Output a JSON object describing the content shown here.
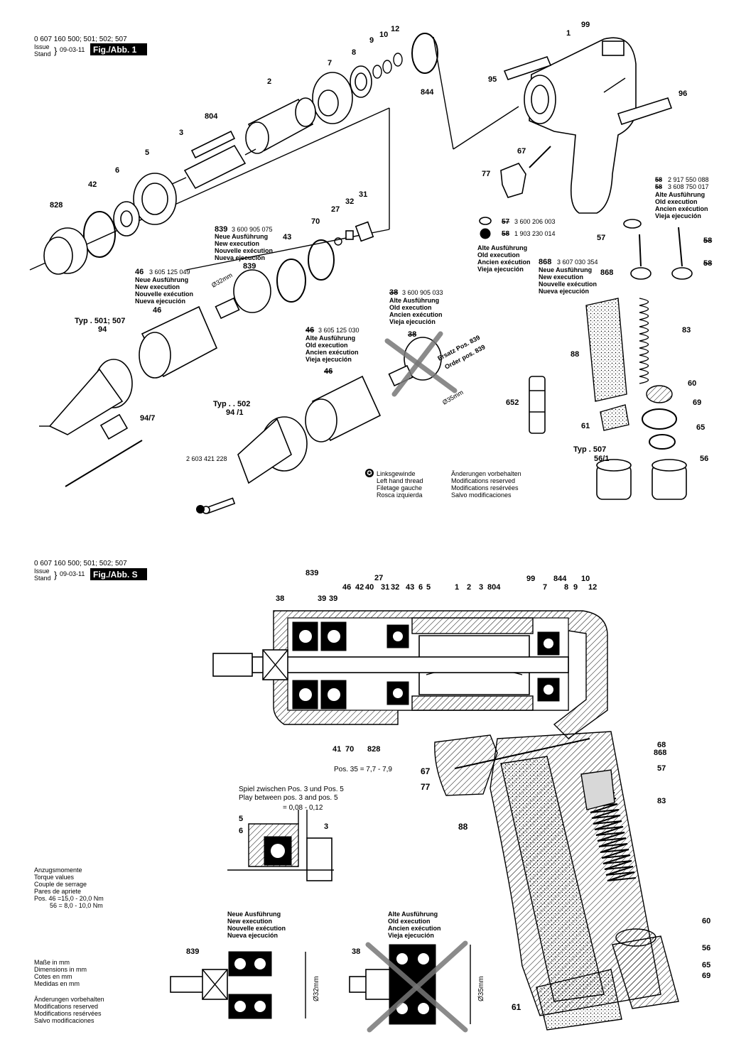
{
  "fig1": {
    "model": "0 607 160 500; 501; 502; 507",
    "issue_label": "Issue",
    "stand_label": "Stand",
    "date": "09-03-11",
    "fig_label": "Fig./Abb. 1",
    "part_labels": {
      "p1": "1",
      "p99": "99",
      "p95": "95",
      "p96": "96",
      "p12": "12",
      "p10": "10",
      "p9": "9",
      "p8": "8",
      "p7": "7",
      "p844": "844",
      "p2": "2",
      "p804": "804",
      "p3": "3",
      "p5": "5",
      "p6": "6",
      "p42": "42",
      "p828": "828",
      "p67": "67",
      "p77": "77",
      "p31": "31",
      "p32": "32",
      "p27": "27",
      "p70": "70",
      "p43": "43",
      "p839": "839",
      "p57": "57",
      "p868": "868",
      "p58": "58",
      "p58b": "58",
      "p83": "83",
      "p88": "88",
      "p60": "60",
      "p69": "69",
      "p65": "65",
      "p61": "61",
      "p56": "56",
      "p652": "652",
      "p94": "94",
      "p94_7": "94/7",
      "p94_1": "94 /1",
      "p46": "46",
      "p38": "38",
      "p46b": "46",
      "p56_1": "56/1"
    },
    "typ_501_507": "Typ . 501;  507",
    "typ_502": "Typ . . 502",
    "typ_507": "Typ . 507",
    "box839": {
      "num": "839",
      "code": "3 600 905 075",
      "l1": "Neue Ausführung",
      "l2": "New execution",
      "l3": "Nouvelle exécution",
      "l4": "Nueva ejecución"
    },
    "box46": {
      "num": "46",
      "code": "3 605 125 049",
      "l1": "Neue Ausführung",
      "l2": "New execution",
      "l3": "Nouvelle exécution",
      "l4": "Nueva ejecución"
    },
    "box38": {
      "num": "38",
      "code": "3 600 905 033",
      "l1": "Alte Ausführung",
      "l2": "Old execution",
      "l3": "Ancien exécution",
      "l4": "Vieja ejecución"
    },
    "box46old": {
      "num": "46",
      "code": "3 605 125 030",
      "l1": "Alte Ausführung",
      "l2": "Old execution",
      "l3": "Ancien exécution",
      "l4": "Vieja ejecución"
    },
    "box58": {
      "n1": "58",
      "c1": "2 917 550 088",
      "n2": "58",
      "c2": "3 608 750 017",
      "l1": "Alte Ausführung",
      "l2": "Old execution",
      "l3": "Ancien exécution",
      "l4": "Vieja ejecución"
    },
    "box57": {
      "n1": "57",
      "c1": "3 600 206 003",
      "n2": "58",
      "c2": "1 903 230 014",
      "l1": "Alte Ausführung",
      "l2": "Old execution",
      "l3": "Ancien exécution",
      "l4": "Vieja ejecución"
    },
    "box868": {
      "num": "868",
      "code": "3 607 030 354",
      "l1": "Neue Ausführung",
      "l2": "New execution",
      "l3": "Nouvelle exécution",
      "l4": "Nueva ejecución"
    },
    "ersatz1": "Ersatz Pos. 839",
    "ersatz2": "Order pos. 839",
    "dia32": "Ø32mm",
    "dia35": "Ø35mm",
    "screw_code": "2 603 421 228",
    "legend_thread": [
      "Linksgewinde",
      "Left hand thread",
      "Filetage gauche",
      "Rosca izquierda"
    ],
    "legend_mod": [
      "Änderungen vorbehalten",
      "Modifications reserved",
      "Modifications resérvées",
      "Salvo modificaciones"
    ]
  },
  "figS": {
    "model": "0 607 160 500; 501; 502; 507",
    "issue_label": "Issue",
    "stand_label": "Stand",
    "date": "09-03-11",
    "fig_label": "Fig./Abb. S",
    "top_labels": {
      "t839": "839",
      "t27": "27",
      "t38": "38",
      "t39a": "39",
      "t39b": "39",
      "t46": "46",
      "t42": "42",
      "t40": "40",
      "t31": "31",
      "t32": "32",
      "t43": "43",
      "t6": "6",
      "t5": "5",
      "t1": "1",
      "t2": "2",
      "t3": "3",
      "t804": "804",
      "t99": "99",
      "t844": "844",
      "t7": "7",
      "t8": "8",
      "t9": "9",
      "t10": "10",
      "t12": "12"
    },
    "bottom_labels": {
      "b41": "41",
      "b70": "70",
      "b828": "828"
    },
    "pos35": "Pos. 35 = 7,7 - 7,9",
    "side_labels": {
      "s68": "68",
      "s868": "868",
      "s57": "57",
      "s67": "67",
      "s77": "77",
      "s83": "83",
      "s88": "88",
      "s60": "60",
      "s56": "56",
      "s65": "65",
      "s69": "69",
      "s61": "61"
    },
    "play_text1": "Spiel zwischen Pos. 3 und Pos. 5",
    "play_text2": "Play between pos. 3 and pos. 5",
    "play_value": "= 0,08 - 0,12",
    "detail_labels": {
      "d5": "5",
      "d6": "6",
      "d3": "3"
    },
    "torque": [
      "Anzugsmomente",
      "Torque values",
      "Couple de serrage",
      "Pares de apriete",
      "Pos. 46 =15,0 - 20,0 Nm",
      "56 =  8,0 - 10,0 Nm"
    ],
    "dims": [
      "Maße in mm",
      "Dimensions in mm",
      "Cotes en mm",
      "Medidas en mm"
    ],
    "mods": [
      "Änderungen vorbehalten",
      "Modifications reserved",
      "Modifications resérvées",
      "Salvo modificaciones"
    ],
    "new_exec": [
      "Neue Ausführung",
      "New execution",
      "Nouvelle exécution",
      "Nueva ejecución"
    ],
    "old_exec": [
      "Alte Ausführung",
      "Old execution",
      "Ancien exécution",
      "Vieja ejecución"
    ],
    "n839": "839",
    "n38": "38",
    "dia32": "Ø32mm",
    "dia35": "Ø35mm"
  }
}
